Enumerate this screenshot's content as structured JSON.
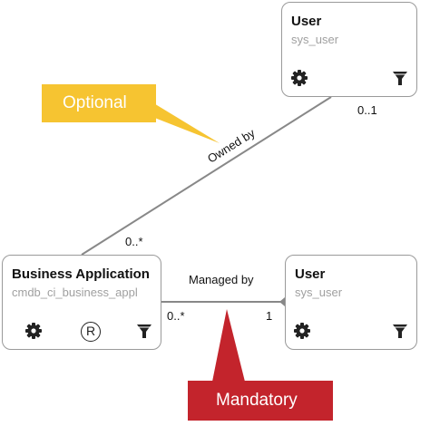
{
  "nodes": {
    "user_top": {
      "title": "User",
      "table": "sys_user"
    },
    "business_app": {
      "title": "Business Application",
      "table": "cmdb_ci_business_appl",
      "registered_symbol": "R"
    },
    "user_bottom": {
      "title": "User",
      "table": "sys_user"
    }
  },
  "relations": {
    "owned_by": {
      "label": "Owned by",
      "source_cardinality": "0..*",
      "target_cardinality": "0..1"
    },
    "managed_by": {
      "label": "Managed by",
      "source_cardinality": "0..*",
      "target_cardinality": "1"
    }
  },
  "callouts": {
    "optional": {
      "label": "Optional"
    },
    "mandatory": {
      "label": "Mandatory"
    }
  },
  "colors": {
    "optional_fill": "#f6c431",
    "mandatory_fill": "#c3242c",
    "connector": "#888888",
    "node_border": "#9a9a9a",
    "icon": "#222222"
  }
}
